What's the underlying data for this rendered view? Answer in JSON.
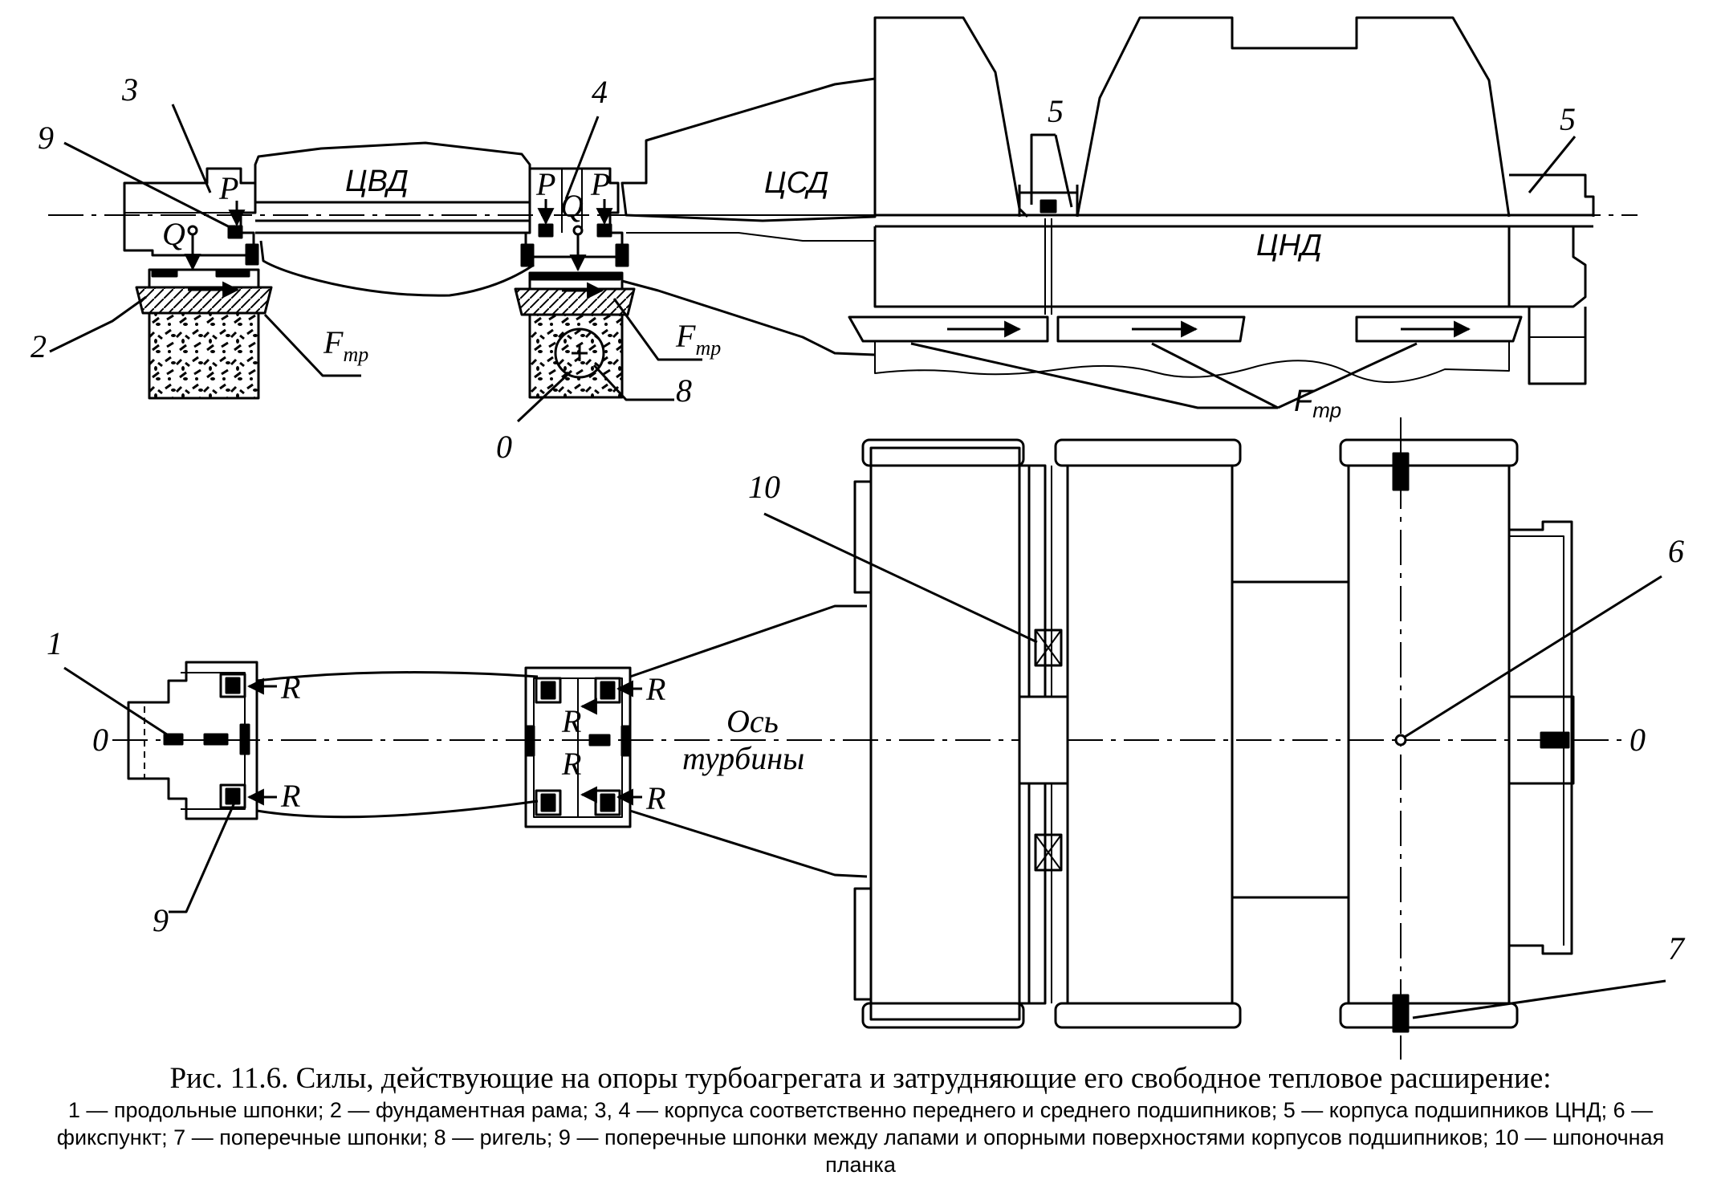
{
  "labels": {
    "n1": "1",
    "n2": "2",
    "n3": "3",
    "n4": "4",
    "n5": "5",
    "n6": "6",
    "n7": "7",
    "n8": "8",
    "n9": "9",
    "n10": "10",
    "n0": "0",
    "P": "P",
    "Q": "Q",
    "R": "R",
    "F": "F",
    "tr": "тр",
    "Ftr_italic": "F",
    "tr_italic": "тр",
    "cvd": "ЦВД",
    "csd": "ЦСД",
    "cnd": "ЦНД",
    "axis1": "Ось",
    "axis2": "турбины"
  },
  "caption": {
    "title": "Рис. 11.6. Силы, действующие на опоры турбоагрегата и затрудняющие его свободное тепловое расширение:",
    "legend": "1 — продольные шпонки; 2 — фундаментная рама; 3, 4 — корпуса соответственно переднего и среднего подшипников; 5 — корпуса подшипников ЦНД; 6 — фикспункт; 7 — поперечные шпонки; 8 — ригель; 9 — поперечные шпонки между лапами и опорными поверхностями корпусов подшипников; 10 — шпоночная планка"
  }
}
